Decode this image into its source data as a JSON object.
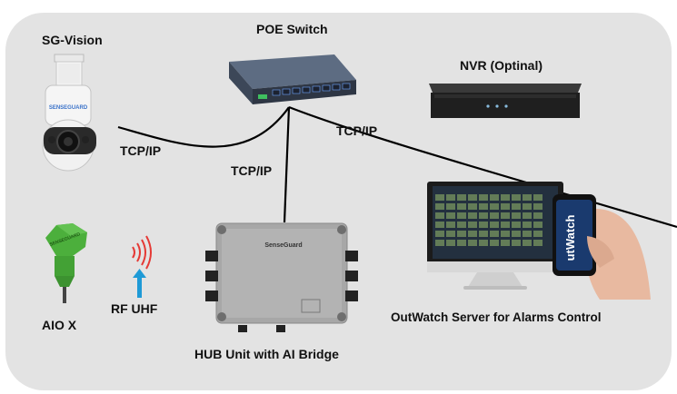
{
  "labels": {
    "sg_vision": "SG-Vision",
    "poe_switch": "POE Switch",
    "nvr": "NVR (Optinal)",
    "tcp_ip_1": "TCP/IP",
    "tcp_ip_2": "TCP/IP",
    "tcp_ip_3": "TCP/IP",
    "aio_x": "AIO X",
    "rf_uhf": "RF UHF",
    "hub_unit": "HUB Unit with AI Bridge",
    "outwatch_server": "OutWatch Server for Alarms Control"
  },
  "device_text": {
    "camera_brand": "SENSEGUARD",
    "hub_brand": "SenseGuard",
    "phone_app": "utWatch",
    "aio_brand": "SENSEGUARD"
  },
  "colors": {
    "panel_bg": "#e3e3e3",
    "line": "#000000",
    "rf_waves": "#e53935",
    "rf_arrow": "#1e9ad6",
    "aio_green": "#4caf3c",
    "phone_screen": "#1a3a6e"
  }
}
